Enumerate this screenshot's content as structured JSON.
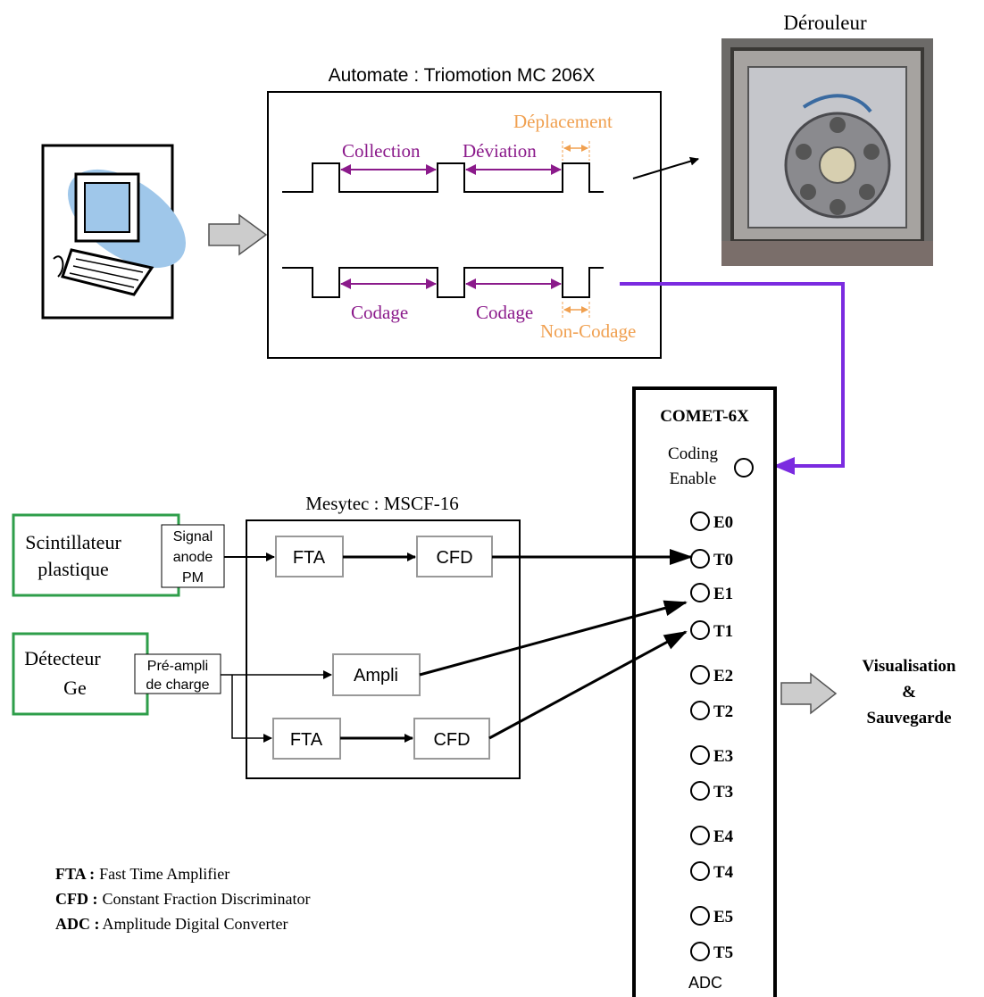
{
  "colors": {
    "black": "#000000",
    "purple": "#8b1a8b",
    "orange": "#f0a050",
    "violet": "#7b2be0",
    "green": "#2e9e4a",
    "grey_box": "#999999",
    "grey_arrow": "#cccccc"
  },
  "automate": {
    "title": "Automate : Triomotion MC 206X",
    "collection": "Collection",
    "deviation": "Déviation",
    "deplacement": "Déplacement",
    "codage1": "Codage",
    "codage2": "Codage",
    "non_codage": "Non-Codage"
  },
  "derouleur": {
    "title": "Dérouleur",
    "photo_icon": "derouleur-photo"
  },
  "computer": {
    "icon": "computer-clipart-icon"
  },
  "comet": {
    "title": "COMET-6X",
    "coding_line1": "Coding",
    "coding_line2": "Enable",
    "channels": [
      "E0",
      "T0",
      "E1",
      "T1",
      "E2",
      "T2",
      "E3",
      "T3",
      "E4",
      "T4",
      "E5",
      "T5"
    ],
    "footer": "ADC"
  },
  "mesytec": {
    "title": "Mesytec : MSCF-16",
    "fta1": "FTA",
    "cfd1": "CFD",
    "ampli": "Ampli",
    "fta2": "FTA",
    "cfd2": "CFD"
  },
  "scint": {
    "line1": "Scintillateur",
    "line2": "plastique",
    "sig1": "Signal",
    "sig2": "anode",
    "sig3": "PM"
  },
  "ge": {
    "line1": "Détecteur",
    "line2": "Ge",
    "pre1": "Pré-ampli",
    "pre2": "de charge"
  },
  "output": {
    "line1": "Visualisation",
    "line2": "&",
    "line3": "Sauvegarde"
  },
  "legend": [
    {
      "abbr": "FTA :",
      "text": "Fast Time Amplifier"
    },
    {
      "abbr": "CFD :",
      "text": "Constant Fraction Discriminator"
    },
    {
      "abbr": "ADC :",
      "text": "Amplitude Digital Converter"
    }
  ]
}
